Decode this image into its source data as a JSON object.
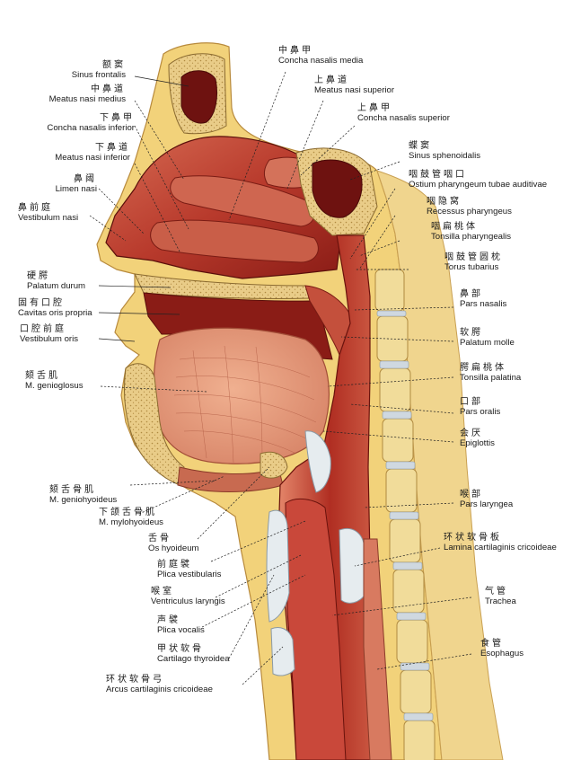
{
  "labels": {
    "sinus_frontalis": {
      "zh": "额窦",
      "la": "Sinus frontalis"
    },
    "meatus_nasi_medius": {
      "zh": "中鼻道",
      "la": "Meatus nasi medius"
    },
    "concha_nasalis_inferior": {
      "zh": "下鼻甲",
      "la": "Concha nasalis inferior"
    },
    "meatus_nasi_inferior": {
      "zh": "下鼻道",
      "la": "Meatus nasi inferior"
    },
    "limen_nasi": {
      "zh": "鼻阈",
      "la": "Limen nasi"
    },
    "vestibulum_nasi": {
      "zh": "鼻前庭",
      "la": "Vestibulum nasi"
    },
    "palatum_durum": {
      "zh": "硬腭",
      "la": "Palatum durum"
    },
    "cavitas_oris_propria": {
      "zh": "固有口腔",
      "la": "Cavitas oris propria"
    },
    "vestibulum_oris": {
      "zh": "口腔前庭",
      "la": "Vestibulum oris"
    },
    "m_genioglossus": {
      "zh": "颏舌肌",
      "la": "M. genioglosus"
    },
    "m_geniohyoideus": {
      "zh": "颏舌骨肌",
      "la": "M. geniohyoideus"
    },
    "m_mylohyoideus": {
      "zh": "下颌舌骨肌",
      "la": "M. mylohyoideus"
    },
    "os_hyoideum": {
      "zh": "舌骨",
      "la": "Os hyoideum"
    },
    "plica_vestibularis": {
      "zh": "前庭襞",
      "la": "Plica vestibularis"
    },
    "ventriculus_laryngis": {
      "zh": "喉室",
      "la": "Ventriculus laryngis"
    },
    "plica_vocalis": {
      "zh": "声襞",
      "la": "Plica vocalis"
    },
    "cartilago_thyroidea": {
      "zh": "甲状软骨",
      "la": "Cartilago thyroidea"
    },
    "arcus_cartilaginis_cricoideae": {
      "zh": "环状软骨弓",
      "la": "Arcus cartilaginis cricoideae"
    },
    "concha_nasalis_media": {
      "zh": "中鼻甲",
      "la": "Concha nasalis media"
    },
    "meatus_nasi_superior": {
      "zh": "上鼻道",
      "la": "Meatus nasi superior"
    },
    "concha_nasalis_superior": {
      "zh": "上鼻甲",
      "la": "Concha nasalis superior"
    },
    "sinus_sphenoidalis": {
      "zh": "蝶窦",
      "la": "Sinus sphenoidalis"
    },
    "ostium_pharyngeum": {
      "zh": "咽鼓管咽口",
      "la": "Ostium pharyngeum tubae auditivae"
    },
    "recessus_pharyngeus": {
      "zh": "咽隐窝",
      "la": "Recessus pharyngeus"
    },
    "tonsilla_pharyngealis": {
      "zh": "咽扁桃体",
      "la": "Tonsilla pharyngealis"
    },
    "torus_tubarius": {
      "zh": "咽鼓管圆枕",
      "la": "Torus tubarius"
    },
    "pars_nasalis": {
      "zh": "鼻部",
      "la": "Pars nasalis"
    },
    "palatum_molle": {
      "zh": "软腭",
      "la": "Palatum molle"
    },
    "tonsilla_palatina": {
      "zh": "腭扁桃体",
      "la": "Tonsilla palatina"
    },
    "pars_oralis": {
      "zh": "口部",
      "la": "Pars oralis"
    },
    "epiglottis": {
      "zh": "会厌",
      "la": "Epiglottis"
    },
    "pars_laryngea": {
      "zh": "喉部",
      "la": "Pars laryngea"
    },
    "lamina_cartilaginis_cricoideae": {
      "zh": "环状软骨板",
      "la": "Lamina cartilaginis cricoideae"
    },
    "trachea": {
      "zh": "气管",
      "la": "Trachea"
    },
    "esophagus": {
      "zh": "食管",
      "la": "Esophagus"
    }
  },
  "colors": {
    "skin": "#f2d27a",
    "skin_outline": "#b88a3c",
    "bone": "#e9cc88",
    "bone_dots": "#b08a40",
    "mucosa_dark": "#7a1410",
    "mucosa": "#b83a2c",
    "mucosa_light": "#d96a52",
    "tongue": "#e9a07e",
    "tongue_fiber": "#b05a42",
    "cartilage": "#dfe6ea",
    "vertebra": "#f1dc9a",
    "disc": "#cfd8e0"
  }
}
